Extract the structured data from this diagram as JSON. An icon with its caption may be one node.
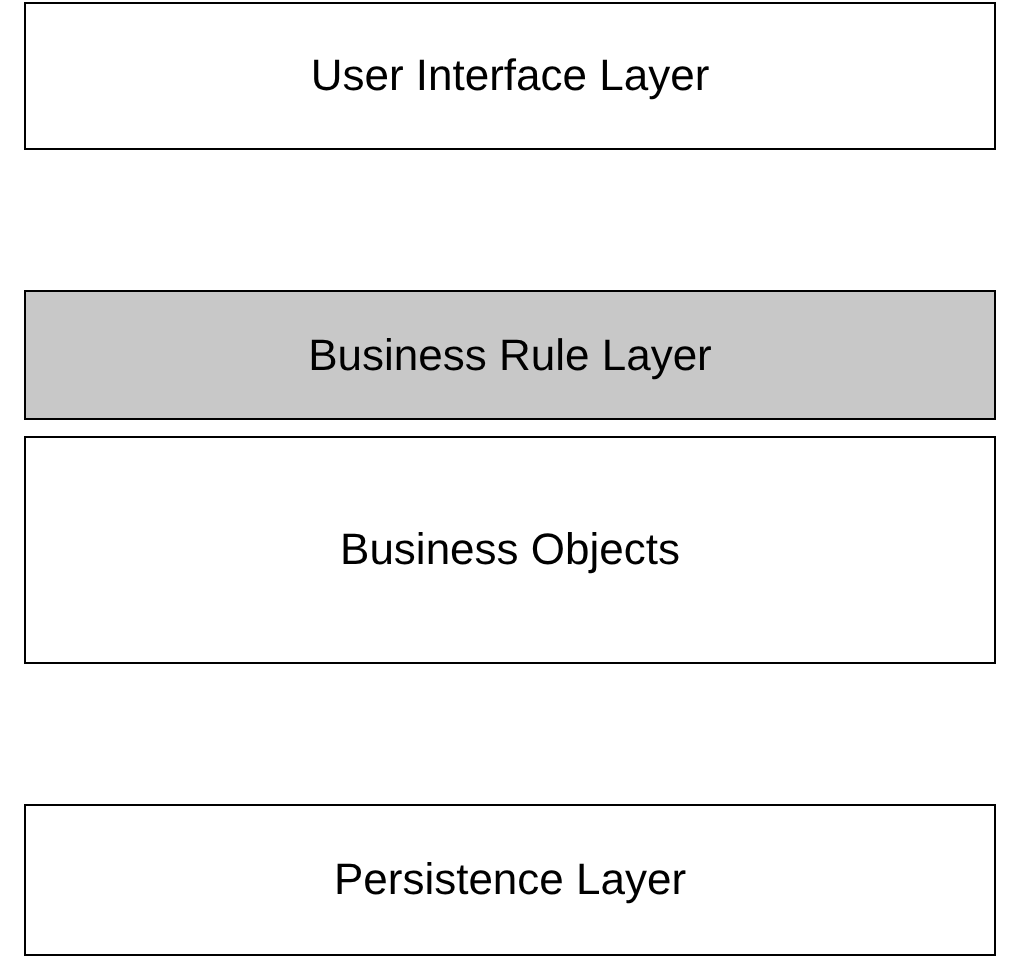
{
  "diagram": {
    "nodes": [
      {
        "text": [
          "User Interface Layer"
        ]
      },
      {
        "text": [
          "Business Rule Layer"
        ]
      },
      {
        "text": [
          "Business Objects"
        ]
      },
      {
        "text": [
          "Persistence Layer"
        ]
      }
    ]
  }
}
